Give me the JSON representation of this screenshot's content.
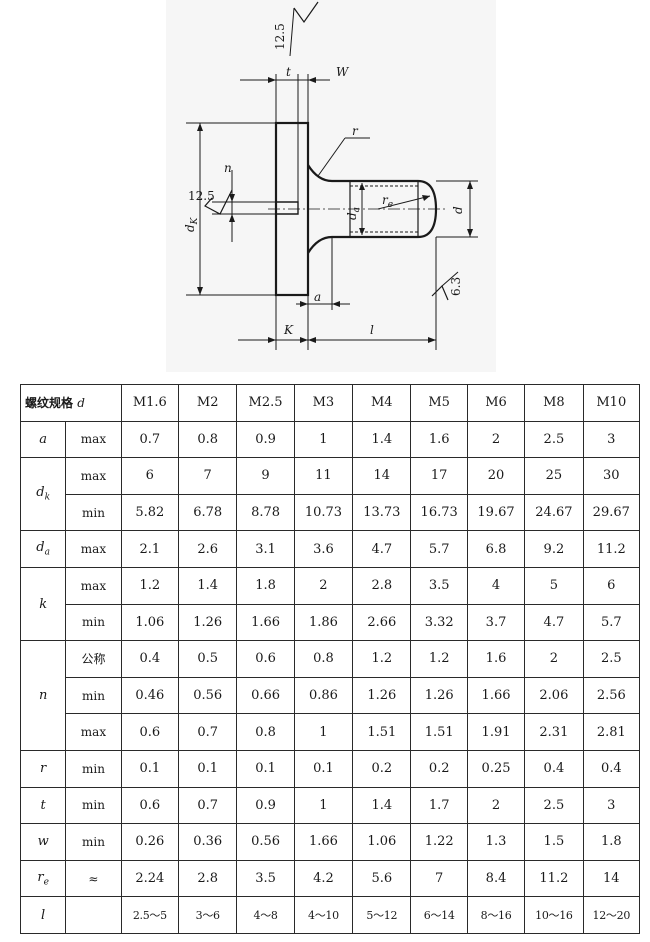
{
  "drawing": {
    "roughness_top": "12.5",
    "roughness_left": "12.5",
    "roughness_right": "6.3",
    "labels": {
      "t": "t",
      "W": "W",
      "r": "r",
      "n": "n",
      "dk": "d",
      "dk_sub": "K",
      "da": "d",
      "da_sub": "a",
      "re": "r",
      "re_sub": "e",
      "d": "d",
      "a": "a",
      "K": "K",
      "l": "l"
    }
  },
  "table": {
    "header_label": "螺纹规格",
    "header_symbol": "d",
    "sizes": [
      "M1.6",
      "M2",
      "M2.5",
      "M3",
      "M4",
      "M5",
      "M6",
      "M8",
      "M10"
    ],
    "rows": [
      {
        "param": "a",
        "sub": "",
        "kind": "max",
        "values": [
          "0.7",
          "0.8",
          "0.9",
          "1",
          "1.4",
          "1.6",
          "2",
          "2.5",
          "3"
        ]
      },
      {
        "param": "d",
        "sub": "k",
        "kind": "max",
        "values": [
          "6",
          "7",
          "9",
          "11",
          "14",
          "17",
          "20",
          "25",
          "30"
        ]
      },
      {
        "param": "",
        "sub": "",
        "kind": "min",
        "values": [
          "5.82",
          "6.78",
          "8.78",
          "10.73",
          "13.73",
          "16.73",
          "19.67",
          "24.67",
          "29.67"
        ]
      },
      {
        "param": "d",
        "sub": "a",
        "kind": "max",
        "values": [
          "2.1",
          "2.6",
          "3.1",
          "3.6",
          "4.7",
          "5.7",
          "6.8",
          "9.2",
          "11.2"
        ]
      },
      {
        "param": "k",
        "sub": "",
        "kind": "max",
        "values": [
          "1.2",
          "1.4",
          "1.8",
          "2",
          "2.8",
          "3.5",
          "4",
          "5",
          "6"
        ]
      },
      {
        "param": "",
        "sub": "",
        "kind": "min",
        "values": [
          "1.06",
          "1.26",
          "1.66",
          "1.86",
          "2.66",
          "3.32",
          "3.7",
          "4.7",
          "5.7"
        ]
      },
      {
        "param": "n",
        "sub": "",
        "kind": "公称",
        "values": [
          "0.4",
          "0.5",
          "0.6",
          "0.8",
          "1.2",
          "1.2",
          "1.6",
          "2",
          "2.5"
        ]
      },
      {
        "param": "",
        "sub": "",
        "kind": "min",
        "values": [
          "0.46",
          "0.56",
          "0.66",
          "0.86",
          "1.26",
          "1.26",
          "1.66",
          "2.06",
          "2.56"
        ]
      },
      {
        "param": "",
        "sub": "",
        "kind": "max",
        "values": [
          "0.6",
          "0.7",
          "0.8",
          "1",
          "1.51",
          "1.51",
          "1.91",
          "2.31",
          "2.81"
        ]
      },
      {
        "param": "r",
        "sub": "",
        "kind": "min",
        "values": [
          "0.1",
          "0.1",
          "0.1",
          "0.1",
          "0.2",
          "0.2",
          "0.25",
          "0.4",
          "0.4"
        ]
      },
      {
        "param": "t",
        "sub": "",
        "kind": "min",
        "values": [
          "0.6",
          "0.7",
          "0.9",
          "1",
          "1.4",
          "1.7",
          "2",
          "2.5",
          "3"
        ]
      },
      {
        "param": "w",
        "sub": "",
        "kind": "min",
        "values": [
          "0.26",
          "0.36",
          "0.56",
          "1.66",
          "1.06",
          "1.22",
          "1.3",
          "1.5",
          "1.8"
        ]
      },
      {
        "param": "r",
        "sub": "e",
        "kind": "≈",
        "values": [
          "2.24",
          "2.8",
          "3.5",
          "4.2",
          "5.6",
          "7",
          "8.4",
          "11.2",
          "14"
        ]
      },
      {
        "param": "l",
        "sub": "",
        "kind": "",
        "values": [
          "2.5～5",
          "3～6",
          "4～8",
          "4～10",
          "5～12",
          "6～14",
          "8～16",
          "10～16",
          "12～20"
        ]
      }
    ]
  }
}
